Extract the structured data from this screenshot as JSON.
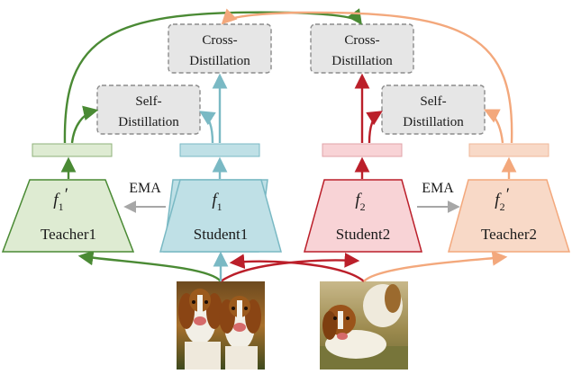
{
  "colors": {
    "green": "#4a8a34",
    "blue": "#7ab9c4",
    "red": "#bb1f2a",
    "orange": "#f3a87c",
    "gray_arrow": "#a7a7a7",
    "teacher1_fill": "#deebd2",
    "student1_fill": "#bfe0e6",
    "student2_fill": "#f8d3d6",
    "teacher2_fill": "#f8d9c7",
    "distill_fill": "#e6e6e6",
    "distill_border": "#8c8c8c"
  },
  "models": {
    "teacher1": {
      "symbol": "f",
      "subscript": "1",
      "prime": "′",
      "label": "Teacher1"
    },
    "student1": {
      "symbol": "f",
      "subscript": "1",
      "prime": "",
      "label": "Student1"
    },
    "student2": {
      "symbol": "f",
      "subscript": "2",
      "prime": "",
      "label": "Student2"
    },
    "teacher2": {
      "symbol": "f",
      "subscript": "2",
      "prime": "′",
      "label": "Teacher2"
    }
  },
  "distillation": {
    "cross_left": [
      "Cross-",
      "Distillation"
    ],
    "self_left": [
      "Self-",
      "Distillation"
    ],
    "cross_right": [
      "Cross-",
      "Distillation"
    ],
    "self_right": [
      "Self-",
      "Distillation"
    ]
  },
  "ema": {
    "left": "EMA",
    "right": "EMA"
  },
  "images": {
    "view1": "photo-two-spaniel-dogs",
    "view2": "photo-spaniel-dogs-lying-on-grass"
  }
}
